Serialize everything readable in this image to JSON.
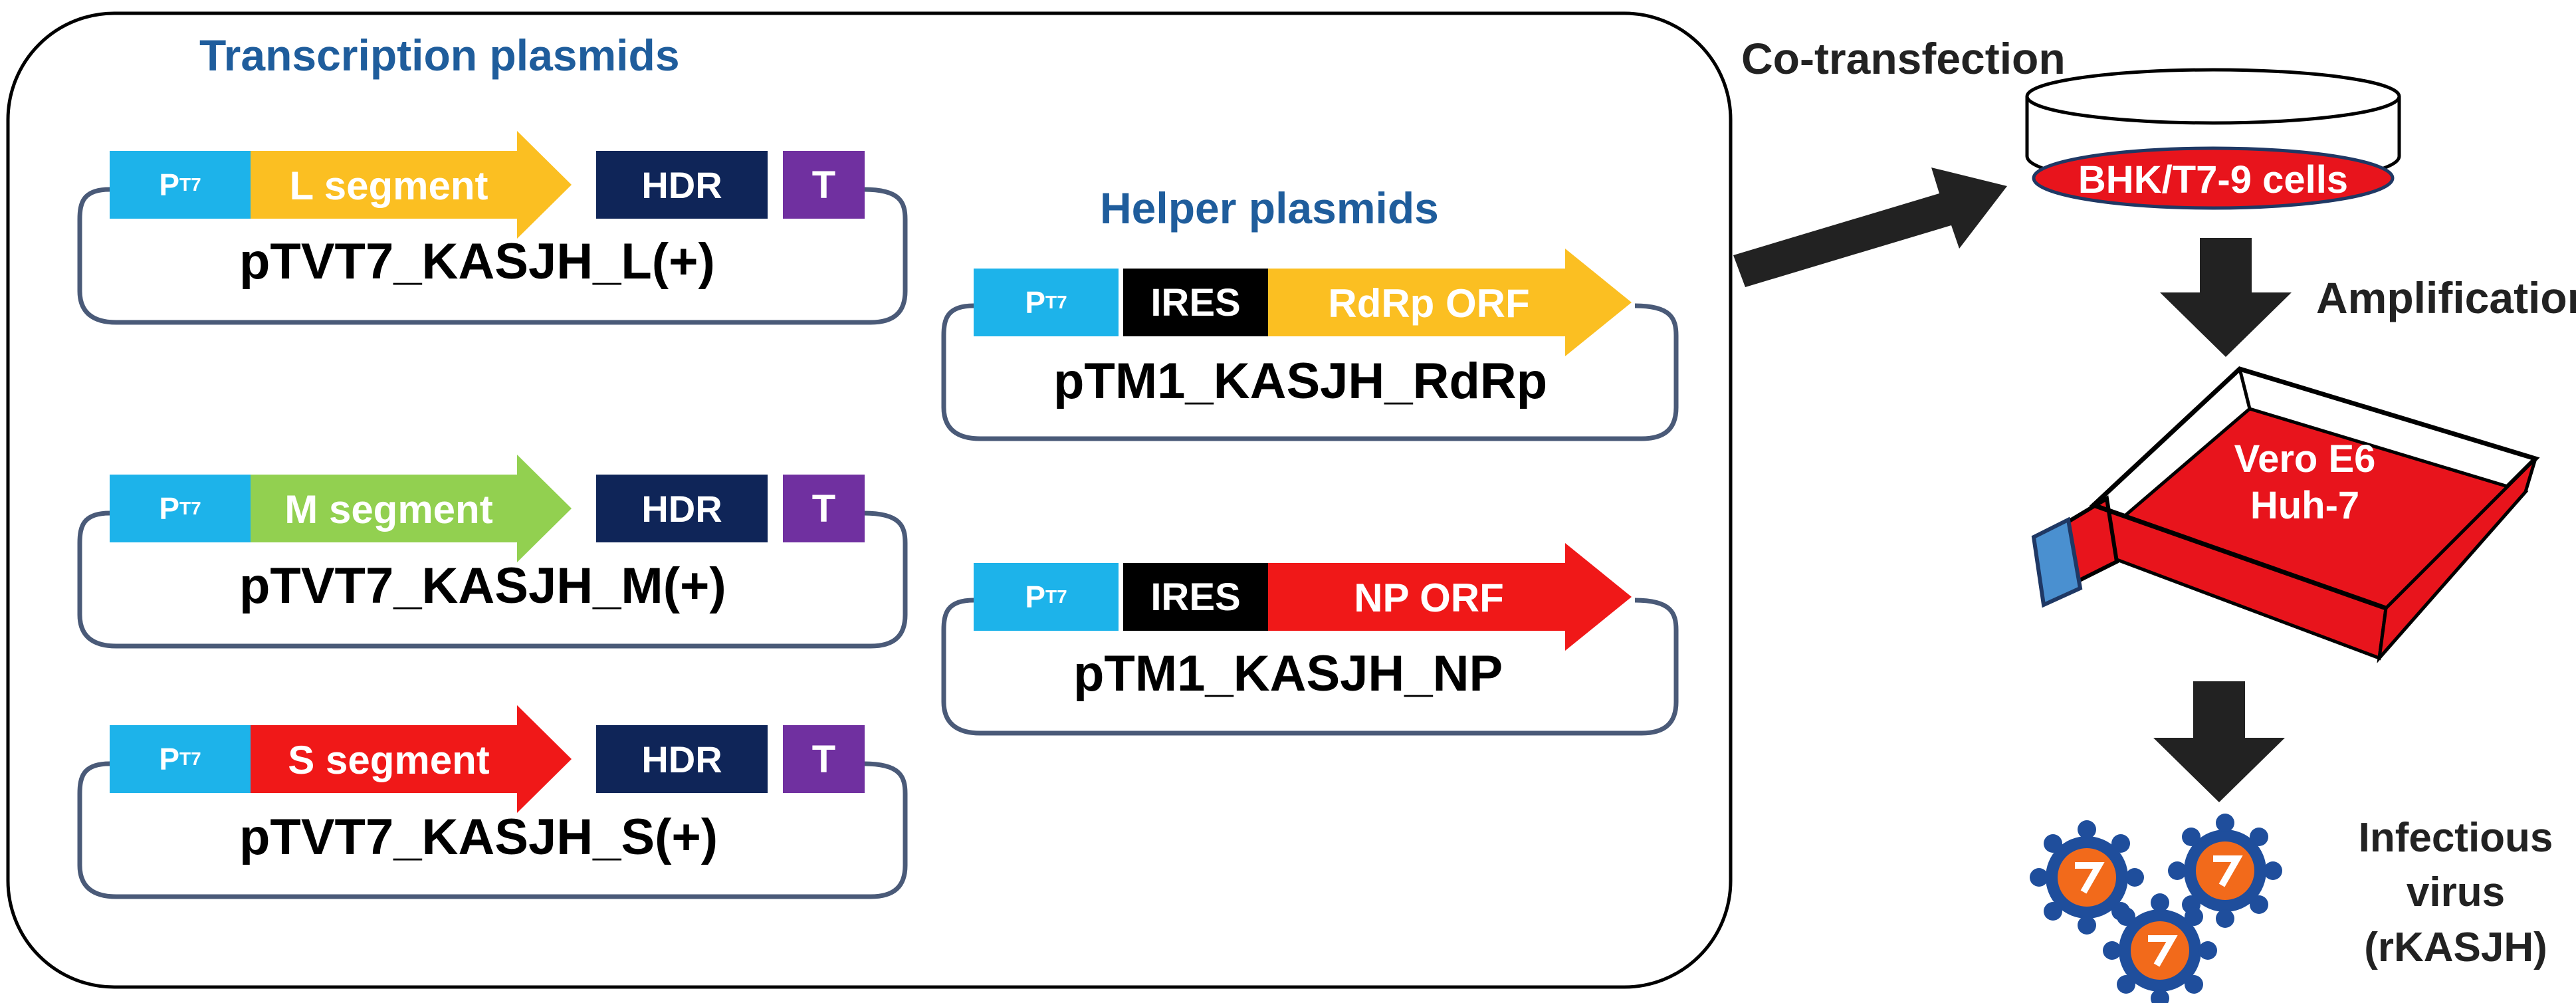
{
  "colors": {
    "promoter": "#1db3ea",
    "hdr": "#0f2558",
    "terminator": "#7030a0",
    "ires": "#000000",
    "l_segment": "#fbbf22",
    "m_segment": "#92d050",
    "s_segment": "#f01818",
    "rdrp": "#fbbf22",
    "np": "#f01818",
    "outline": "#4a5a78",
    "title_blue": "#1f5d9c",
    "cells_red": "#e8141c"
  },
  "transcription": {
    "title": "Transcription plasmids",
    "plasmids": [
      {
        "promoter": "P",
        "promoter_sub": "T7",
        "segment": "L segment",
        "hdr": "HDR",
        "terminator": "T",
        "name": "pTVT7_KASJH_L(+)"
      },
      {
        "promoter": "P",
        "promoter_sub": "T7",
        "segment": "M segment",
        "hdr": "HDR",
        "terminator": "T",
        "name": "pTVT7_KASJH_M(+)"
      },
      {
        "promoter": "P",
        "promoter_sub": "T7",
        "segment": "S segment",
        "hdr": "HDR",
        "terminator": "T",
        "name": "pTVT7_KASJH_S(+)"
      }
    ]
  },
  "helper": {
    "title": "Helper plasmids",
    "plasmids": [
      {
        "promoter": "P",
        "promoter_sub": "T7",
        "ires": "IRES",
        "orf": "RdRp ORF",
        "name": "pTM1_KASJH_RdRp"
      },
      {
        "promoter": "P",
        "promoter_sub": "T7",
        "ires": "IRES",
        "orf": "NP ORF",
        "name": "pTM1_KASJH_NP"
      }
    ]
  },
  "workflow": {
    "cotransfection": "Co-transfection",
    "cells": "BHK/T7-9 cells",
    "amplification": "Amplification",
    "flask_line1": "Vero E6",
    "flask_line2": "Huh-7",
    "virus_line1": "Infectious",
    "virus_line2": "virus",
    "virus_line3": "(rKASJH)"
  }
}
